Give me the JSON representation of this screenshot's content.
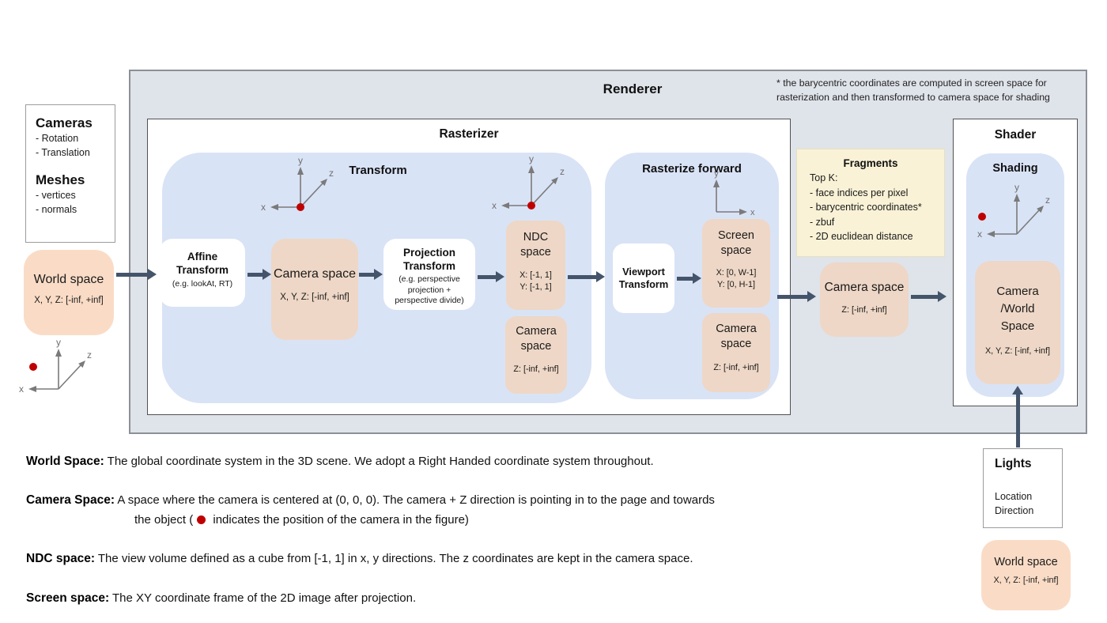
{
  "colors": {
    "peach": "#eed7c6",
    "peach_bright": "#fadcc6",
    "panel_blue": "#d9e3f6",
    "panel_gray": "#dfe3ea",
    "note_yellow": "#f9f2d6",
    "arrow": "#44546a",
    "camera_dot_red": "#c00000"
  },
  "inputs_panel": {
    "cameras_title": "Cameras",
    "cameras_items": [
      "- Rotation",
      "- Translation"
    ],
    "meshes_title": "Meshes",
    "meshes_items": [
      "- vertices",
      "- normals"
    ]
  },
  "world_space_left": {
    "title": "World space",
    "range": "X, Y, Z: [-inf, +inf]"
  },
  "renderer": {
    "title": "Renderer",
    "note_line1": "* the barycentric coordinates are computed in screen space for",
    "note_line2": "rasterization and then transformed to camera space for shading"
  },
  "rasterizer": {
    "title": "Rasterizer"
  },
  "transform_stage": {
    "title": "Transform",
    "affine": {
      "name1": "Affine",
      "name2": "Transform",
      "sub": "(e.g. lookAt, RT)"
    },
    "camera_space": {
      "title": "Camera space",
      "range": "X, Y, Z: [-inf, +inf]"
    },
    "projection": {
      "name1": "Projection",
      "name2": "Transform",
      "sub1": "(e.g. perspective",
      "sub2": "projection +",
      "sub3": "perspective divide)"
    },
    "ndc": {
      "name1": "NDC",
      "name2": "space",
      "range1": "X: [-1, 1]",
      "range2": "Y: [-1, 1]"
    },
    "camera_space_z": {
      "name1": "Camera",
      "name2": "space",
      "range": "Z: [-inf, +inf]"
    }
  },
  "rasterize_forward": {
    "title": "Rasterize forward",
    "viewport": {
      "name1": "Viewport",
      "name2": "Transform"
    },
    "screen": {
      "name1": "Screen",
      "name2": "space",
      "range1": "X: [0, W-1]",
      "range2": "Y: [0, H-1]"
    },
    "camera_space_z": {
      "name1": "Camera",
      "name2": "space",
      "range": "Z: [-inf, +inf]"
    }
  },
  "fragments": {
    "title": "Fragments",
    "lines": [
      "Top K:",
      "- face indices per pixel",
      "- barycentric coordinates*",
      "- zbuf",
      "- 2D euclidean distance"
    ]
  },
  "camera_space_out": {
    "title": "Camera space",
    "range": "Z: [-inf, +inf]"
  },
  "shader": {
    "title": "Shader",
    "shading_title": "Shading",
    "space": {
      "name1": "Camera",
      "name2": "/World",
      "name3": "Space",
      "range": "X, Y, Z: [-inf, +inf]"
    }
  },
  "lights": {
    "title": "Lights",
    "items": [
      "Location",
      "Direction"
    ]
  },
  "world_space_right": {
    "title": "World space",
    "range": "X, Y, Z: [-inf, +inf]"
  },
  "definitions": {
    "world": {
      "term": "World Space:",
      "text": " The global coordinate system in the 3D scene. We adopt a Right Handed coordinate system throughout."
    },
    "camera": {
      "term": "Camera Space:",
      "line1": " A space where the camera is centered at (0, 0, 0). The camera + Z direction is pointing in to the page and towards",
      "line2_before": "the object (",
      "line2_after": " indicates the position of the camera in the figure)"
    },
    "ndc": {
      "term": "NDC space:",
      "text": " The view volume defined as a cube from [-1, 1] in x, y directions. The z coordinates are kept in the camera space."
    },
    "screen": {
      "term": "Screen space:",
      "text": " The XY coordinate frame of the 2D image after projection."
    }
  },
  "axes_labels": {
    "x": "x",
    "y": "y",
    "z": "z"
  }
}
